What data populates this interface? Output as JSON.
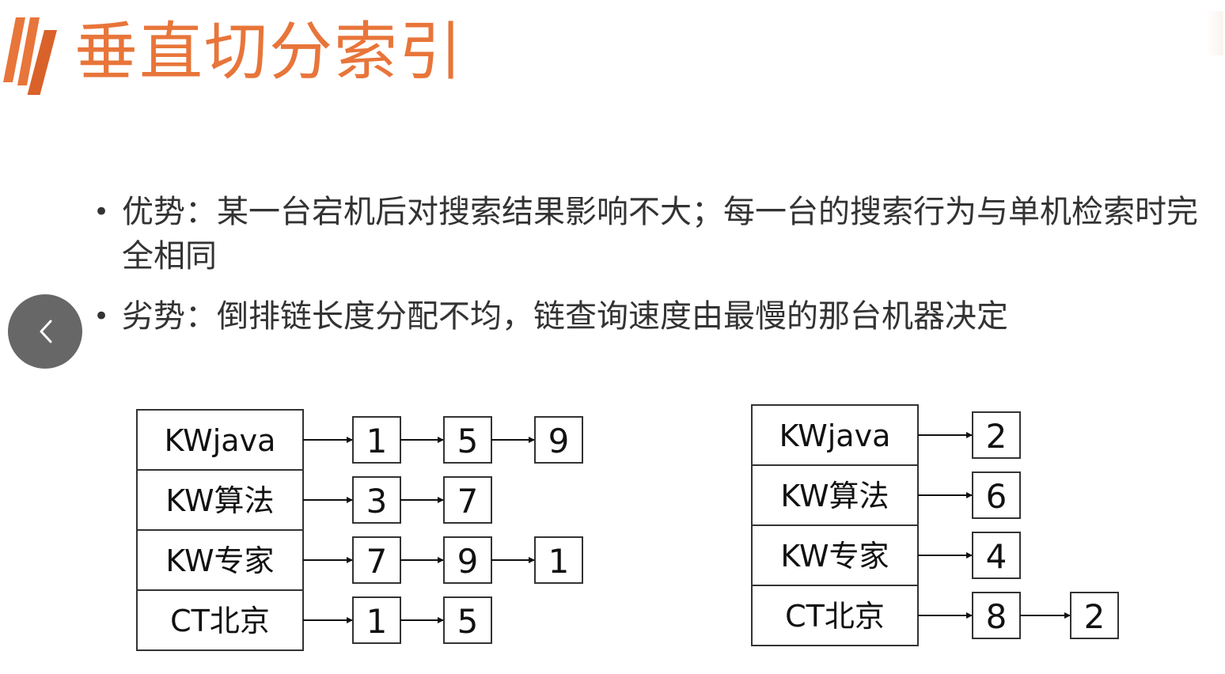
{
  "slide": {
    "title": "垂直切分索引",
    "accent_color": "#e8753a"
  },
  "bullets": [
    {
      "text": "优势：某一台宕机后对搜索结果影响不大；每一台的搜索行为与单机检索时完全相同"
    },
    {
      "text": "劣势：倒排链长度分配不均，链查询速度由最慢的那台机器决定"
    }
  ],
  "navigation": {
    "prev_icon": "chevron-left-icon"
  },
  "left_index": {
    "rows": [
      {
        "key": "KWjava",
        "postings": [
          "1",
          "5",
          "9"
        ]
      },
      {
        "key": "KW算法",
        "postings": [
          "3",
          "7"
        ]
      },
      {
        "key": "KW专家",
        "postings": [
          "7",
          "9",
          "1"
        ]
      },
      {
        "key": "CT北京",
        "postings": [
          "1",
          "5"
        ]
      }
    ]
  },
  "right_index": {
    "rows": [
      {
        "key": "KWjava",
        "postings": [
          "2"
        ]
      },
      {
        "key": "KW算法",
        "postings": [
          "6"
        ]
      },
      {
        "key": "KW专家",
        "postings": [
          "4"
        ]
      },
      {
        "key": "CT北京",
        "postings": [
          "8",
          "2"
        ]
      }
    ]
  }
}
